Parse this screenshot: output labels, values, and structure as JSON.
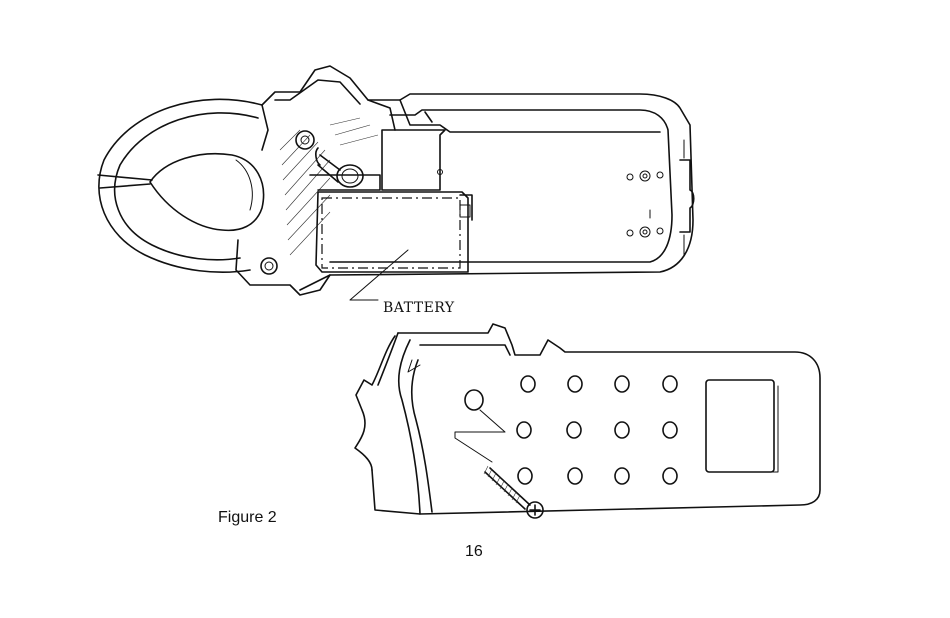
{
  "labels": {
    "battery": "BATTERY",
    "figure": "Figure 2",
    "page_number": "16"
  }
}
